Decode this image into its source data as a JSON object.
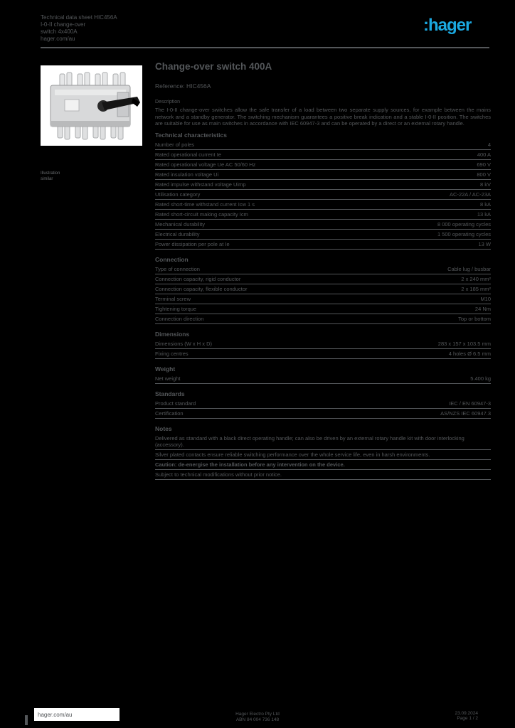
{
  "colors": {
    "background": "#000000",
    "text": "#54575A",
    "accent_logo_blue": "#1BA9E1",
    "panel_white": "#FFFFFF"
  },
  "header": {
    "lines": [
      "Technical data sheet HIC456A",
      "I-0-II change-over",
      "switch 4x400A",
      "hager.com/au"
    ],
    "logo_text": ":hager"
  },
  "product": {
    "image_name": "change-over-switch-photo",
    "caption_lines": [
      "Illustration",
      "similar"
    ]
  },
  "main": {
    "title": "Change-over switch 400A",
    "subtitle": "Reference: HIC456A",
    "description_label": "Description",
    "description": "The I-0-II change-over switches allow the safe transfer of a load between two separate supply sources, for example between the mains network and a standby generator. The switching mechanism guarantees a positive break indication and a stable I-0-II position. The switches are suitable for use as main switches in accordance with IEC 60947-3 and can be operated by a direct or an external rotary handle.",
    "sections": [
      {
        "title": "Technical characteristics",
        "rows": [
          {
            "label": "Number of poles",
            "value": "4"
          },
          {
            "label": "Rated operational current Ie",
            "value": "400 A"
          },
          {
            "label": "Rated operational voltage Ue AC 50/60 Hz",
            "value": "690 V"
          },
          {
            "label": "Rated insulation voltage Ui",
            "value": "800 V"
          },
          {
            "label": "Rated impulse withstand voltage Uimp",
            "value": "8 kV"
          },
          {
            "label": "Utilisation category",
            "value": "AC-22A / AC-23A"
          },
          {
            "label": "Rated short-time withstand current Icw 1 s",
            "value": "8 kA"
          },
          {
            "label": "Rated short-circuit making capacity Icm",
            "value": "13 kA"
          },
          {
            "label": "Mechanical durability",
            "value": "8 000 operating cycles"
          },
          {
            "label": "Electrical durability",
            "value": "1 500 operating cycles"
          },
          {
            "label": "Power dissipation per pole at Ie",
            "value": "13 W"
          }
        ]
      },
      {
        "title": "Connection",
        "rows": [
          {
            "label": "Type of connection",
            "value": "Cable lug / busbar"
          },
          {
            "label": "Connection capacity, rigid conductor",
            "value": "2 x 240 mm²"
          },
          {
            "label": "Connection capacity, flexible conductor",
            "value": "2 x 185 mm²"
          },
          {
            "label": "Terminal screw",
            "value": "M10"
          },
          {
            "label": "Tightening torque",
            "value": "24 Nm"
          },
          {
            "label": "Connection direction",
            "value": "Top or bottom"
          }
        ]
      },
      {
        "title": "Dimensions",
        "rows": [
          {
            "label": "Dimensions (W x H x D)",
            "value": "283 x 157 x 103.5 mm"
          },
          {
            "label": "Fixing centres",
            "value": "4 holes Ø 6.5 mm"
          }
        ]
      },
      {
        "title": "Weight",
        "rows": [
          {
            "label": "Net weight",
            "value": "5.400 kg"
          }
        ]
      },
      {
        "title": "Standards",
        "rows": [
          {
            "label": "Product standard",
            "value": "IEC / EN 60947-3"
          },
          {
            "label": "Certification",
            "value": "AS/NZS IEC 60947.3"
          }
        ]
      },
      {
        "title": "Notes",
        "rows": [
          {
            "label": "Delivered as standard with a black direct operating handle; can also be driven by an external rotary handle kit with door interlocking (accessory).",
            "full": true
          },
          {
            "label": "Silver plated contacts ensure reliable switching performance over the whole service life, even in harsh environments.",
            "full": true
          },
          {
            "label": "Caution: de-energise the installation before any intervention on the device.",
            "bold": true,
            "full": true
          },
          {
            "label": "Subject to technical modifications without prior notice.",
            "full": true
          }
        ]
      }
    ]
  },
  "footer": {
    "site_label": "hager.com/au",
    "center_lines": [
      "Hager Electro Pty Ltd",
      "ABN 84 004 736 148"
    ],
    "right_lines": [
      "23.09.2024",
      "Page 1 / 2"
    ]
  }
}
